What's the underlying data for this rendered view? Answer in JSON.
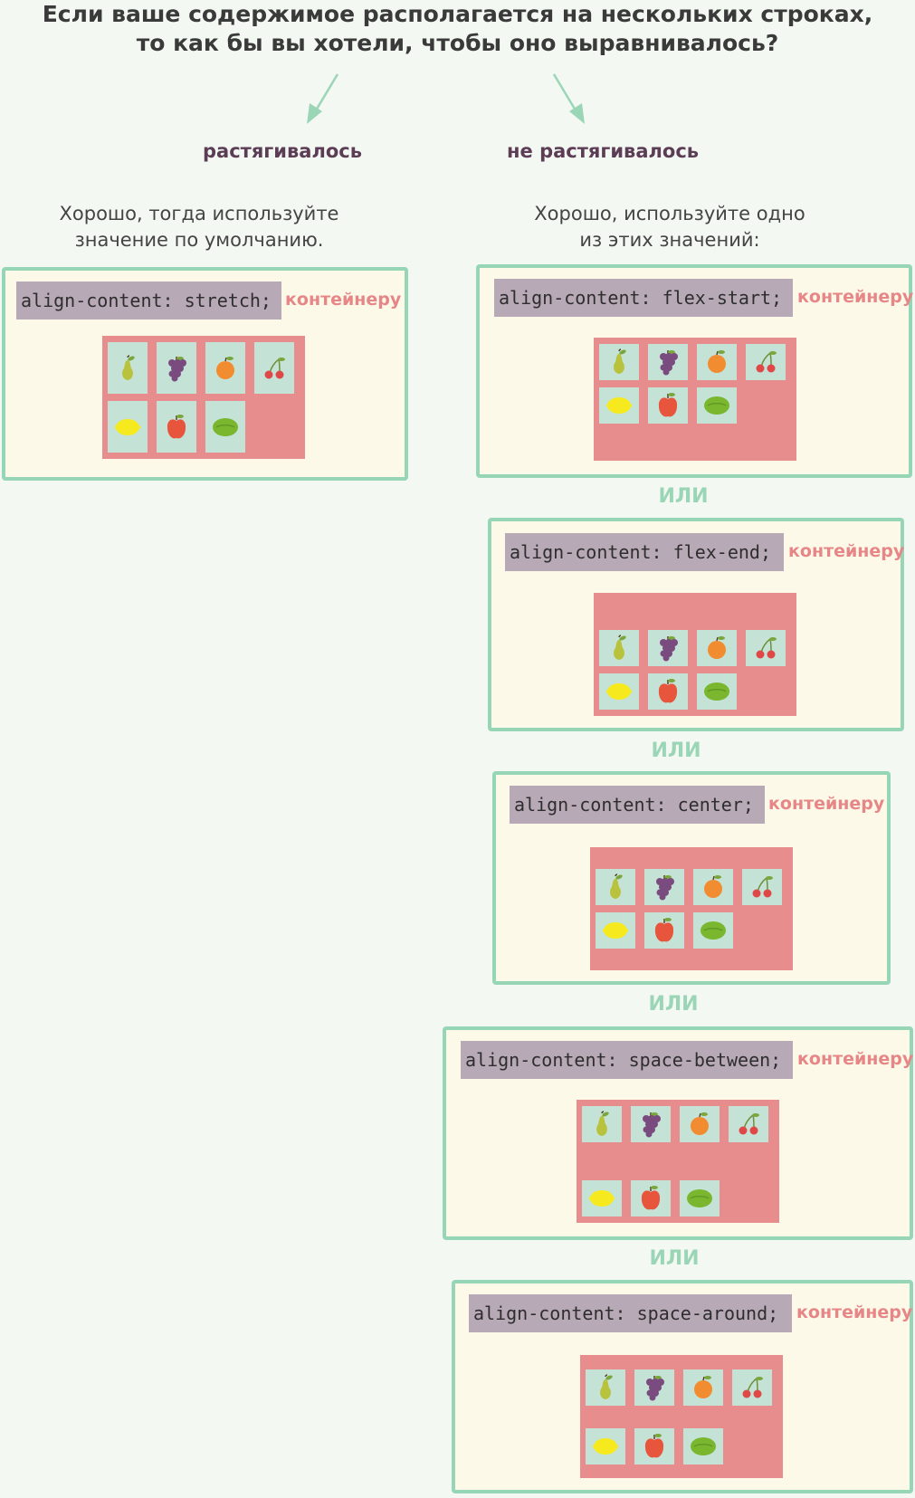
{
  "question": {
    "line1": "Если ваше содержимое располагается на нескольких строках,",
    "line2": "то  как бы вы хотели, чтобы оно выравнивалось?"
  },
  "options": {
    "left": "растягивалось",
    "right": "не растягивалось"
  },
  "hints": {
    "left_line1": "Хорошо, тогда используйте",
    "left_line2": "значение по умолчанию.",
    "right_line1": "Хорошо, используйте одно",
    "right_line2": "из этих значений:"
  },
  "target_label": "контейнеру",
  "separator": "ИЛИ",
  "examples": [
    {
      "code": "align-content: stretch;",
      "value": "stretch"
    },
    {
      "code": "align-content: flex-start;",
      "value": "flex-start"
    },
    {
      "code": "align-content: flex-end;",
      "value": "flex-end"
    },
    {
      "code": "align-content: center;",
      "value": "center"
    },
    {
      "code": "align-content: space-between;",
      "value": "space-between"
    },
    {
      "code": "align-content: space-around;",
      "value": "space-around"
    }
  ],
  "items": [
    "pear-icon",
    "grapes-icon",
    "orange-icon",
    "cherries-icon",
    "lemon-icon",
    "apple-icon",
    "lime-icon"
  ],
  "colors": {
    "background": "#f4f8f2",
    "box_border": "#96d6b6",
    "box_fill": "#fcf9e8",
    "code_bg": "#b8a9b6",
    "container": "#e88d8d",
    "item": "#c4e3d6",
    "target_text": "#e68686",
    "option_text": "#5b3d55",
    "separator_text": "#9ad6b6"
  }
}
